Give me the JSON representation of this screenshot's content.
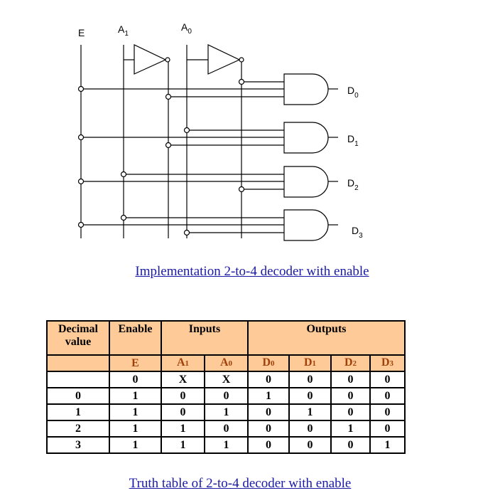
{
  "diagram": {
    "inputs": {
      "E": "E",
      "A1": "A",
      "A1_sub": "1",
      "A0": "A",
      "A0_sub": "0"
    },
    "outputs": [
      {
        "label": "D",
        "sub": "0"
      },
      {
        "label": "D",
        "sub": "1"
      },
      {
        "label": "D",
        "sub": "2"
      },
      {
        "label": "D",
        "sub": "3"
      }
    ],
    "caption": "Implementation 2-to-4 decoder with enable"
  },
  "table": {
    "headers": [
      "Decimal value",
      "Enable",
      "Inputs",
      "Outputs"
    ],
    "subheaders": [
      {
        "t": "E",
        "s": ""
      },
      {
        "t": "A",
        "s": "1"
      },
      {
        "t": "A",
        "s": "0"
      },
      {
        "t": "D",
        "s": "0"
      },
      {
        "t": "D",
        "s": "1"
      },
      {
        "t": "D",
        "s": "2"
      },
      {
        "t": "D",
        "s": "3"
      }
    ],
    "rows": [
      [
        "",
        "0",
        "X",
        "X",
        "0",
        "0",
        "0",
        "0"
      ],
      [
        "0",
        "1",
        "0",
        "0",
        "1",
        "0",
        "0",
        "0"
      ],
      [
        "1",
        "1",
        "0",
        "1",
        "0",
        "1",
        "0",
        "0"
      ],
      [
        "2",
        "1",
        "1",
        "0",
        "0",
        "0",
        "1",
        "0"
      ],
      [
        "3",
        "1",
        "1",
        "1",
        "0",
        "0",
        "0",
        "1"
      ]
    ],
    "caption": "Truth table of 2-to-4 decoder with enable",
    "header_color": "#fecb98"
  }
}
